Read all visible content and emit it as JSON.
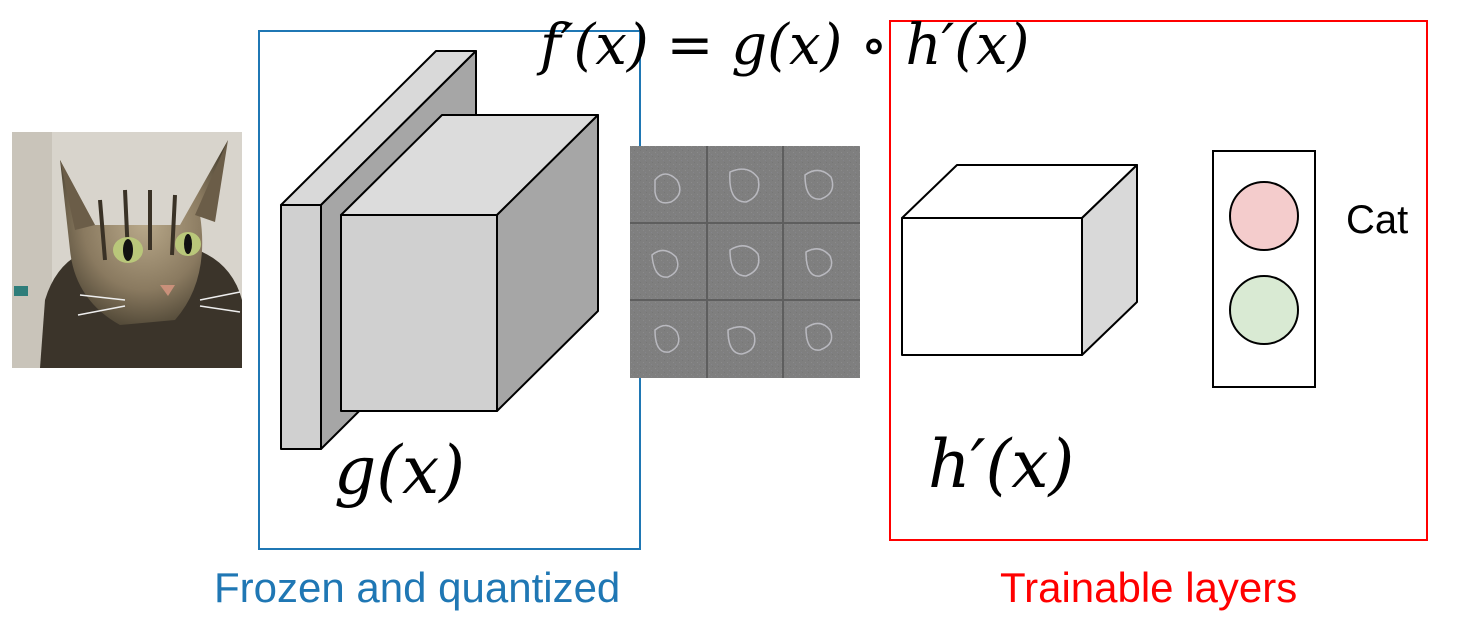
{
  "formula": {
    "f": "f′(x)",
    "eq": "=",
    "g": "g(x)",
    "op": "∘",
    "h": "h′(x)"
  },
  "labels": {
    "g": "g(x)",
    "h": "h′(x)",
    "output": "Cat"
  },
  "captions": {
    "frozen": "Frozen and quantized",
    "trainable": "Trainable layers"
  },
  "colors": {
    "frozen": "#1F77B4",
    "trainable": "#FF0000",
    "output_node_1": "#F4CCCC",
    "output_node_2": "#D9EAD3",
    "feature_map_bg": "#7F7F7F"
  },
  "images": {
    "input": "cat-photo",
    "feature_maps": "feature-map-grid"
  }
}
